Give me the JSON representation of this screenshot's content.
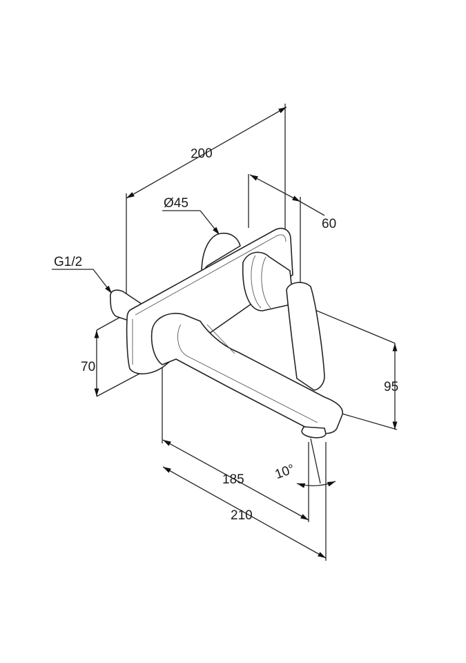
{
  "drawing": {
    "dimensions": {
      "overall_depth": "200",
      "rosette_diameter": "Ø45",
      "plate_offset": "60",
      "connection_thread": "G1/2",
      "height_plate": "70",
      "height_outlet": "95",
      "spout_projection_inner": "185",
      "spout_projection_outer": "210",
      "spout_angle": "10°"
    }
  }
}
